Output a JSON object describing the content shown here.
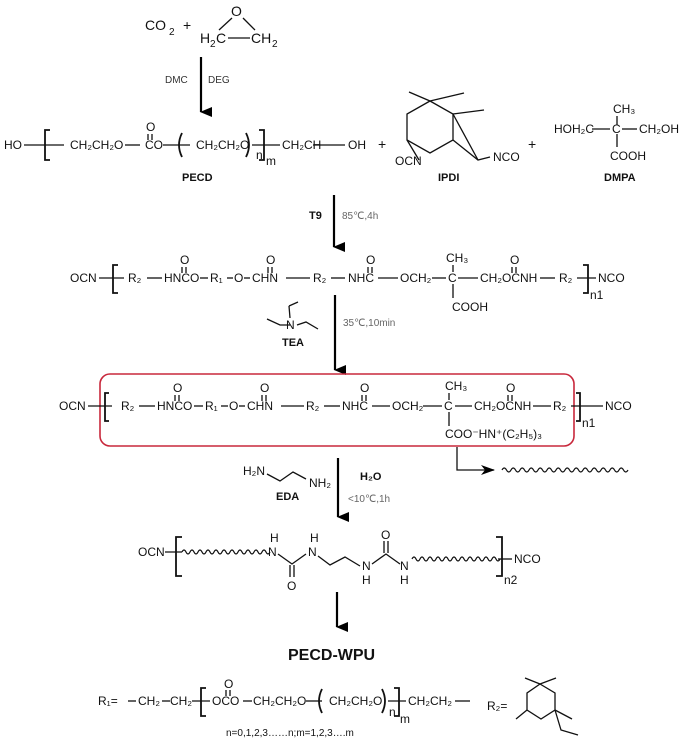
{
  "colors": {
    "highlight_box": "#c8283c",
    "text": "#111111",
    "condition_text": "#666666"
  },
  "reactants_top": {
    "co2": "CO",
    "co2_sub": "2",
    "plus": "+",
    "epoxide_o": "O",
    "epoxide_left": "H",
    "epoxide_left_sub": "2",
    "epoxide_left_c": "C",
    "epoxide_right": "CH",
    "epoxide_right_sub": "2"
  },
  "step1": {
    "left_label": "DMC",
    "right_label": "DEG"
  },
  "pecd": {
    "ho": "HO",
    "seg1": "CH₂CH₂O",
    "carbonyl_o": "O",
    "co": "CO",
    "seg2": "CH₂CH₂O",
    "sub_n": "n",
    "sub_m": "m",
    "tail": "CH₂CH",
    "oh": "OH",
    "name": "PECD"
  },
  "ipdi": {
    "ocn": "OCN",
    "nco": "NCO",
    "name": "IPDI"
  },
  "dmpa": {
    "ch3": "CH₃",
    "left": "HOH₂C",
    "c": "C",
    "right": "CH₂OH",
    "cooh": "COOH",
    "name": "DMPA"
  },
  "plus": "+",
  "step2": {
    "catalyst": "T9",
    "conditions": "85℃,4h"
  },
  "prepolymer": {
    "ocn": "OCN",
    "r2a": "R₂",
    "hnco": "HNCO",
    "r1": "R₁",
    "o": "O",
    "chn": "CHN",
    "r2b": "R₂",
    "nhc": "NHC",
    "och2": "OCH₂",
    "c": "C",
    "ch3": "CH₃",
    "ch2ocnh": "CH₂OCNH",
    "r2c": "R₂",
    "nco": "NCO",
    "cooh": "COOH",
    "carbonyl_o": "O",
    "sub": "n1"
  },
  "step3": {
    "reagent": "TEA",
    "amine_n": "N",
    "conditions": "35℃,10min"
  },
  "neutralized": {
    "ocn": "OCN",
    "r2a": "R₂",
    "hnco": "HNCO",
    "r1": "R₁",
    "o": "O",
    "chn": "CHN",
    "r2b": "R₂",
    "nhc": "NHC",
    "och2": "OCH₂",
    "c": "C",
    "ch3": "CH₃",
    "ch2ocnh": "CH₂OCNH",
    "r2c": "R₂",
    "nco": "NCO",
    "salt": "COO⁻HN⁺(C₂H₅)₃",
    "carbonyl_o": "O",
    "sub": "n1"
  },
  "step4": {
    "reagent": "EDA",
    "h2n": "H₂N",
    "nh2": "NH₂",
    "water": "H₂O",
    "conditions": "<10℃,1h"
  },
  "chain_extended": {
    "ocn": "OCN",
    "nco": "NCO",
    "n": "N",
    "h": "H",
    "o": "O",
    "sub": "n2"
  },
  "product": {
    "name": "PECD-WPU"
  },
  "legend": {
    "r1_label": "R₁=",
    "r1_a": "CH₂",
    "r1_b": "CH₂",
    "r1_oco": "OCO",
    "r1_seg": "CH₂CH₂O",
    "r1_seg2": "CH₂CH₂O",
    "r1_tail": "CH₂CH₂",
    "carbonyl_o": "O",
    "sub_n": "n",
    "sub_m": "m",
    "note": "n=0,1,2,3……n;m=1,2,3….m",
    "r2_label": "R₂="
  }
}
